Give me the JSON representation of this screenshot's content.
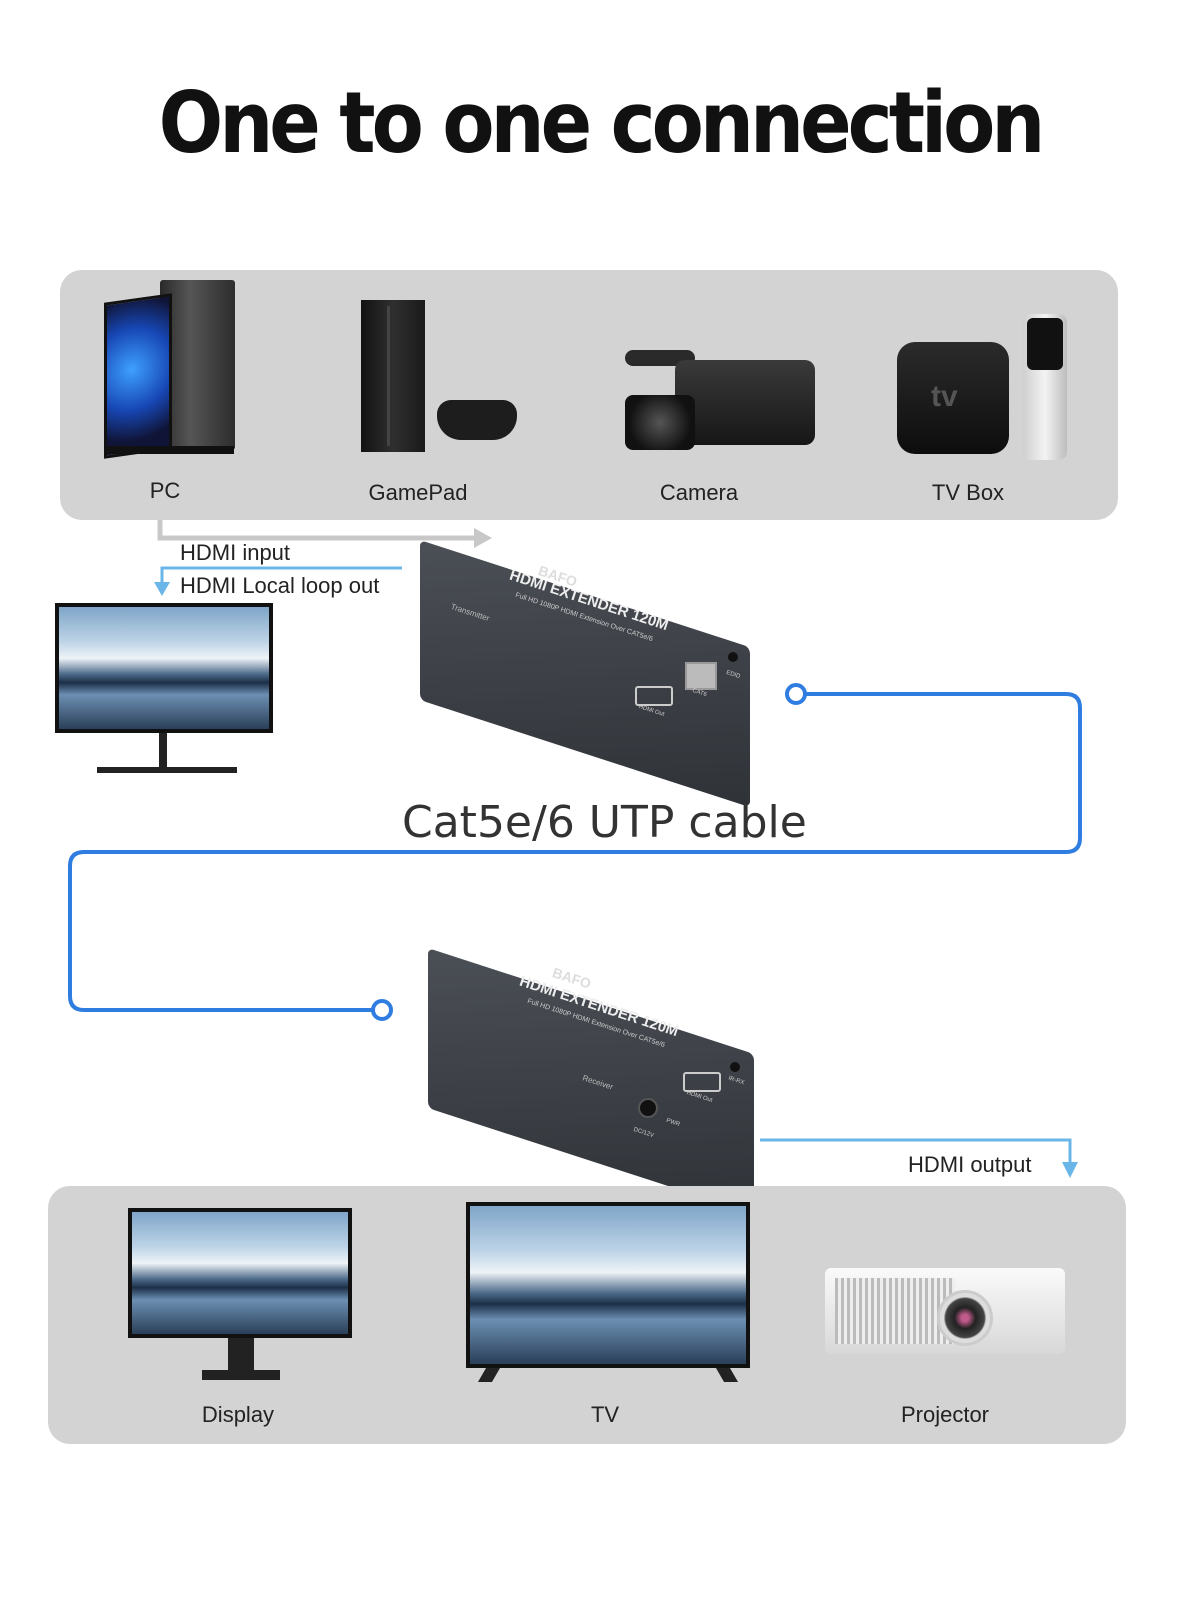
{
  "title": "One to one connection",
  "sources": [
    {
      "label": "PC",
      "icon": "pc-tower-icon"
    },
    {
      "label": "GamePad",
      "icon": "game-console-icon"
    },
    {
      "label": "Camera",
      "icon": "camcorder-icon"
    },
    {
      "label": "TV Box",
      "icon": "tv-box-icon"
    }
  ],
  "flow": {
    "hdmi_input": "HDMI input",
    "loop_out": "HDMI Local loop out",
    "cable": "Cat5e/6 UTP cable",
    "hdmi_output": "HDMI output"
  },
  "transmitter": {
    "brand": "BAFO",
    "model": "HDMI EXTENDER 120M",
    "subtitle": "Full HD 1080P HDMI Extension Over CAT5e/6",
    "side": "Transmitter",
    "ports": [
      "HDMI Out",
      "CAT6",
      "EDID"
    ]
  },
  "receiver": {
    "brand": "BAFO",
    "model": "HDMI EXTENDER 120M",
    "subtitle": "Full HD 1080P HDMI Extension Over CAT5e/6",
    "side": "Receiver",
    "ports": [
      "DC/12V",
      "PWR",
      "HDMI Out",
      "IR-RX"
    ]
  },
  "outputs": [
    {
      "label": "Display",
      "icon": "monitor-icon"
    },
    {
      "label": "TV",
      "icon": "tv-icon"
    },
    {
      "label": "Projector",
      "icon": "projector-icon"
    }
  ],
  "colors": {
    "panel": "#d3d3d3",
    "cable": "#2f7de1",
    "arrow_gray": "#c8c8c8",
    "arrow_blue": "#6bb6e8"
  }
}
